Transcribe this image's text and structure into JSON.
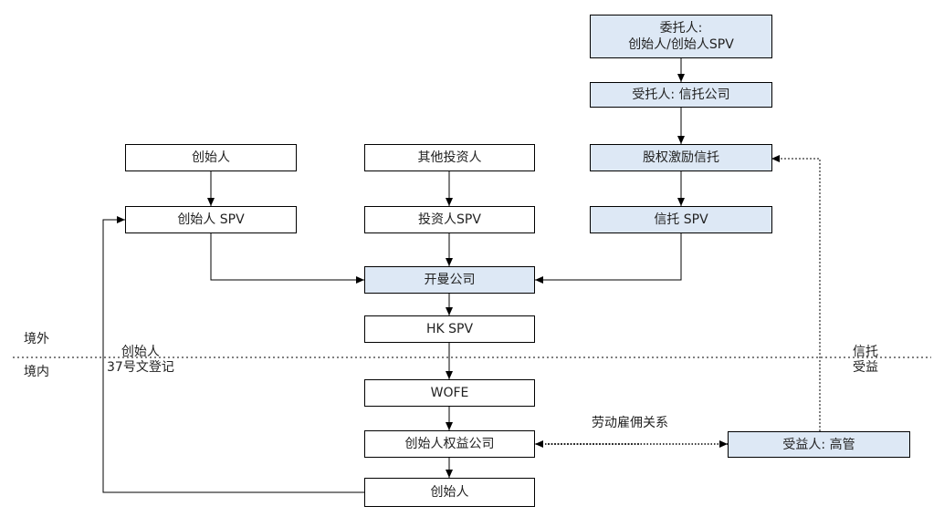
{
  "boxes": {
    "settlor": "委托人:\n创始人/创始人SPV",
    "trustee": "受托人: 信托公司",
    "equity_trust": "股权激励信托",
    "trust_spv": "信托 SPV",
    "founder_top": "创始人",
    "founder_spv": "创始人 SPV",
    "other_investors": "其他投资人",
    "investor_spv": "投资人SPV",
    "cayman": "开曼公司",
    "hk_spv": "HK SPV",
    "wofe": "WOFE",
    "founder_equity_co": "创始人权益公司",
    "founder_bottom": "创始人",
    "beneficiary": "受益人: 高管"
  },
  "labels": {
    "offshore": "境外",
    "onshore": "境内",
    "founder_37": "创始人\n37号文登记",
    "trust_benefit": "信托\n受益",
    "employment": "劳动雇佣关系"
  }
}
